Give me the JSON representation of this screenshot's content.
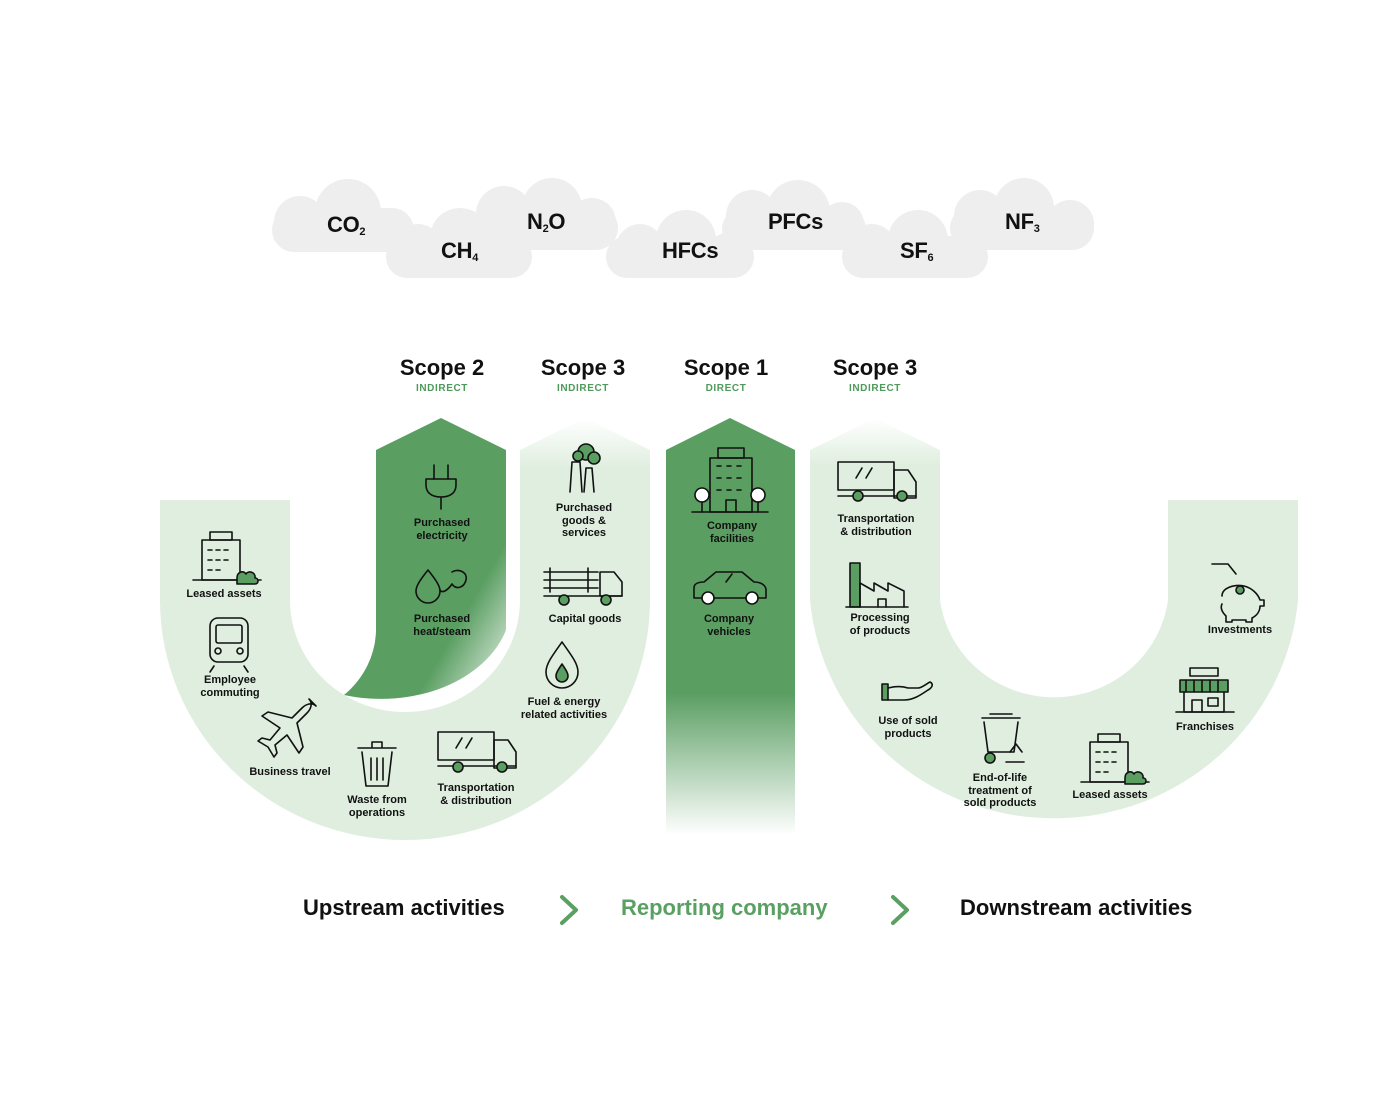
{
  "gases": [
    {
      "base": "CO",
      "sub": "2",
      "tail": ""
    },
    {
      "base": "CH",
      "sub": "4",
      "tail": ""
    },
    {
      "base": "N",
      "sub": "2",
      "tail": "O"
    },
    {
      "base": "HFCs",
      "sub": "",
      "tail": ""
    },
    {
      "base": "PFCs",
      "sub": "",
      "tail": ""
    },
    {
      "base": "SF",
      "sub": "6",
      "tail": ""
    },
    {
      "base": "NF",
      "sub": "3",
      "tail": ""
    }
  ],
  "scopes": [
    {
      "name": "Scope 2",
      "kind": "INDIRECT"
    },
    {
      "name": "Scope 3",
      "kind": "INDIRECT"
    },
    {
      "name": "Scope 1",
      "kind": "DIRECT"
    },
    {
      "name": "Scope 3",
      "kind": "INDIRECT"
    }
  ],
  "upstream_items": {
    "leased_assets": "Leased assets",
    "employee_commuting": "Employee\ncommuting",
    "business_travel": "Business travel",
    "waste": "Waste from\noperations",
    "transportation": "Transportation\n& distribution"
  },
  "scope2_items": {
    "electricity": "Purchased\nelectricity",
    "heat_steam": "Purchased\nheat/steam"
  },
  "scope3_upstream_items": {
    "goods_services": "Purchased\ngoods &\nservices",
    "capital_goods": "Capital goods",
    "fuel_energy": "Fuel & energy\nrelated activities"
  },
  "scope1_items": {
    "facilities": "Company\nfacilities",
    "vehicles": "Company\nvehicles"
  },
  "downstream_items": {
    "transportation": "Transportation\n& distribution",
    "processing": "Processing\nof products",
    "use_of_sold": "Use of sold\nproducts",
    "end_of_life": "End-of-life\ntreatment of\nsold products",
    "leased_assets": "Leased assets",
    "franchises": "Franchises",
    "investments": "Investments"
  },
  "flow": {
    "upstream": "Upstream activities",
    "reporting": "Reporting company",
    "downstream": "Downstream activities"
  },
  "colors": {
    "light_green": "#dfeedf",
    "dark_green": "#5a9e62",
    "accent_text": "#4e9a5b",
    "cloud": "#eeeeee"
  }
}
